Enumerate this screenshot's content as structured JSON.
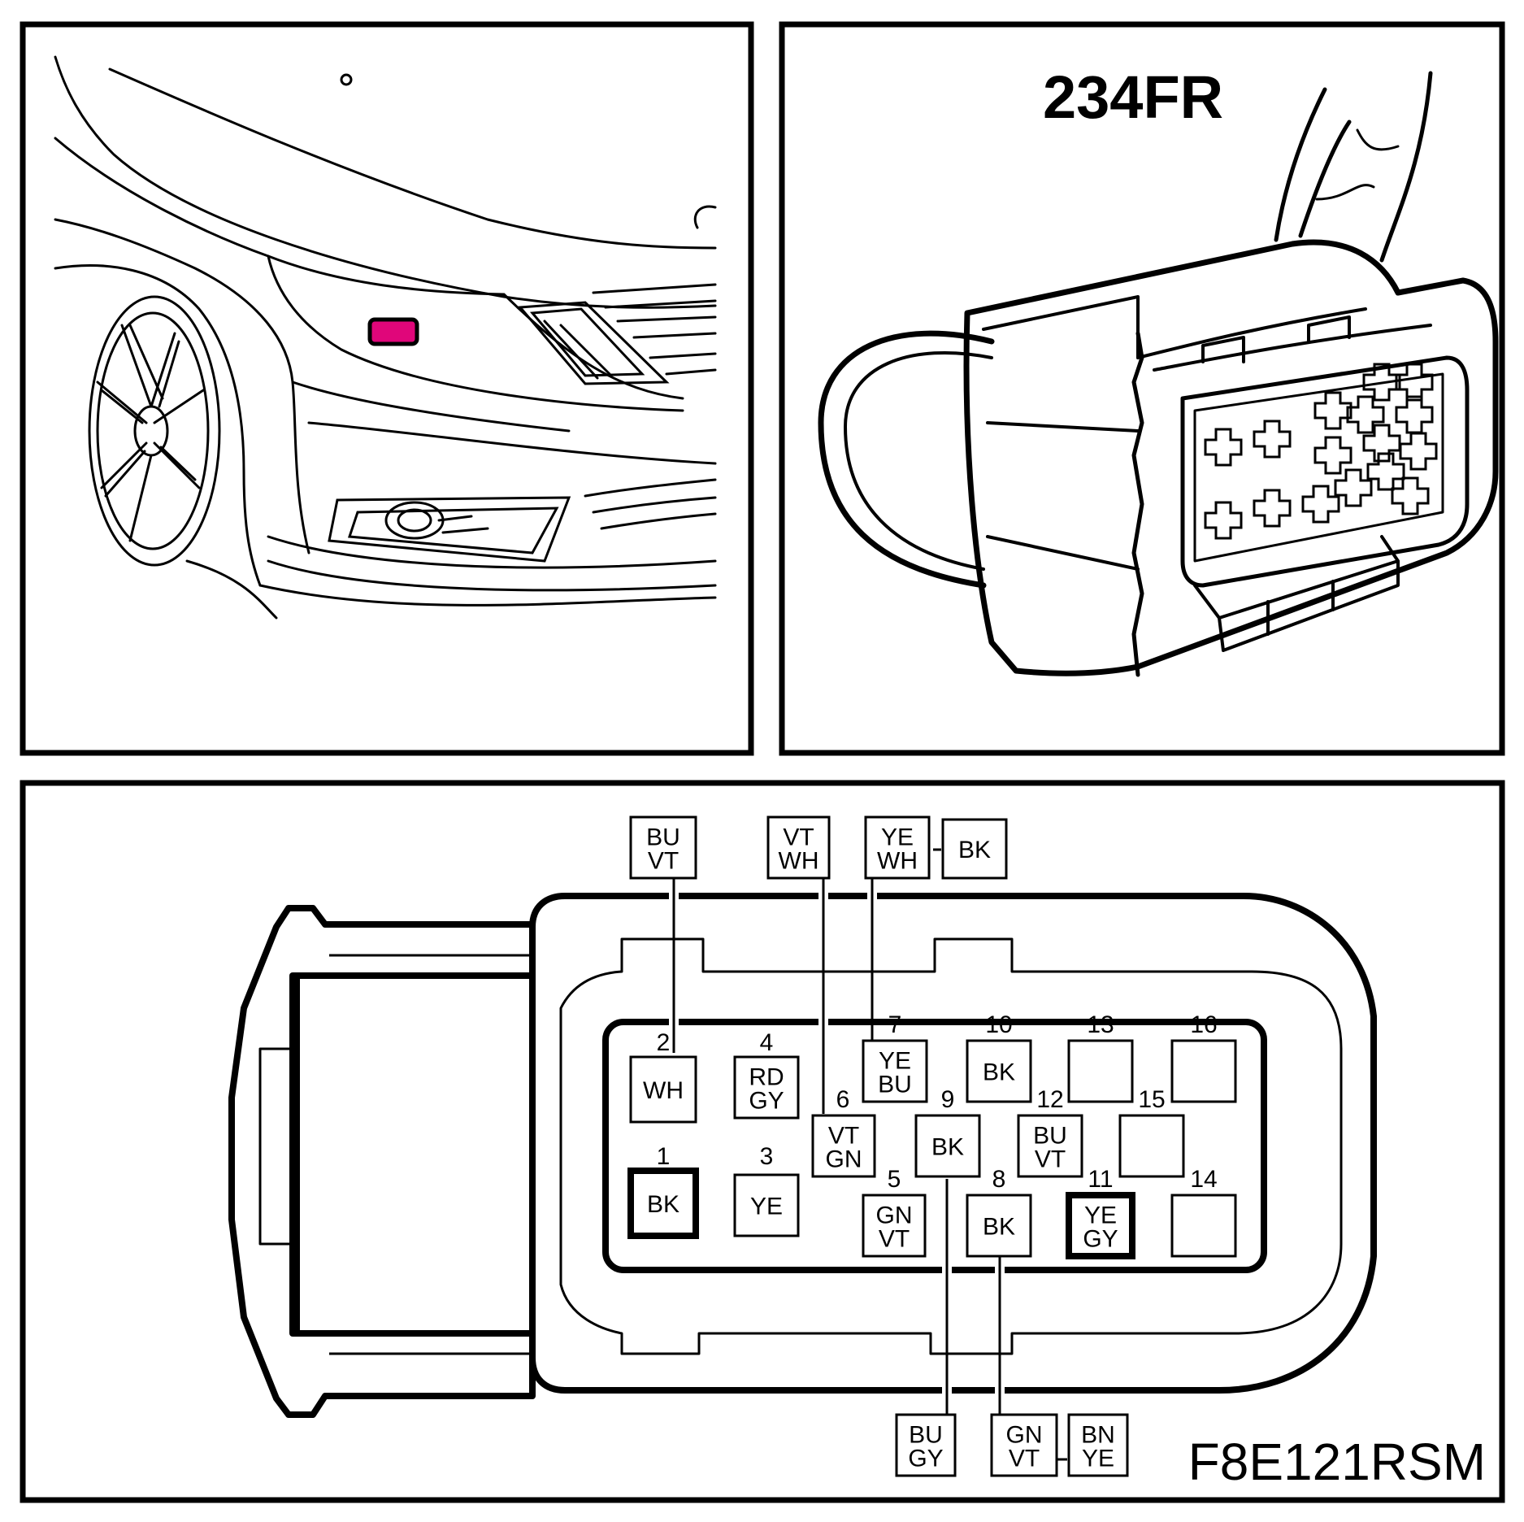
{
  "connector": {
    "id": "234FR",
    "figure_code": "F8E121RSM",
    "highlight_color": "#e0067a"
  },
  "pins": [
    {
      "number": "1",
      "colors": [
        "BK"
      ]
    },
    {
      "number": "2",
      "colors": [
        "WH"
      ]
    },
    {
      "number": "3",
      "colors": [
        "YE"
      ]
    },
    {
      "number": "4",
      "colors": [
        "RD",
        "GY"
      ]
    },
    {
      "number": "5",
      "colors": [
        "GN",
        "VT"
      ]
    },
    {
      "number": "6",
      "colors": [
        "VT",
        "GN"
      ]
    },
    {
      "number": "7",
      "colors": [
        "YE",
        "BU"
      ]
    },
    {
      "number": "8",
      "colors": [
        "BK"
      ]
    },
    {
      "number": "9",
      "colors": [
        "BK"
      ]
    },
    {
      "number": "10",
      "colors": [
        "BK"
      ]
    },
    {
      "number": "11",
      "colors": [
        "YE",
        "GY"
      ]
    },
    {
      "number": "12",
      "colors": [
        "BU",
        "VT"
      ]
    },
    {
      "number": "13",
      "colors": []
    },
    {
      "number": "14",
      "colors": []
    },
    {
      "number": "15",
      "colors": []
    },
    {
      "number": "16",
      "colors": []
    }
  ],
  "external_wires": [
    {
      "id": "top-1",
      "colors": [
        "BU",
        "VT"
      ]
    },
    {
      "id": "top-2",
      "colors": [
        "VT",
        "WH"
      ]
    },
    {
      "id": "top-3",
      "colors": [
        "YE",
        "WH"
      ]
    },
    {
      "id": "top-4",
      "colors": [
        "BK"
      ]
    },
    {
      "id": "bottom-1",
      "colors": [
        "BU",
        "GY"
      ]
    },
    {
      "id": "bottom-2",
      "colors": [
        "GN",
        "VT"
      ]
    },
    {
      "id": "bottom-3",
      "colors": [
        "BN",
        "YE"
      ]
    }
  ]
}
